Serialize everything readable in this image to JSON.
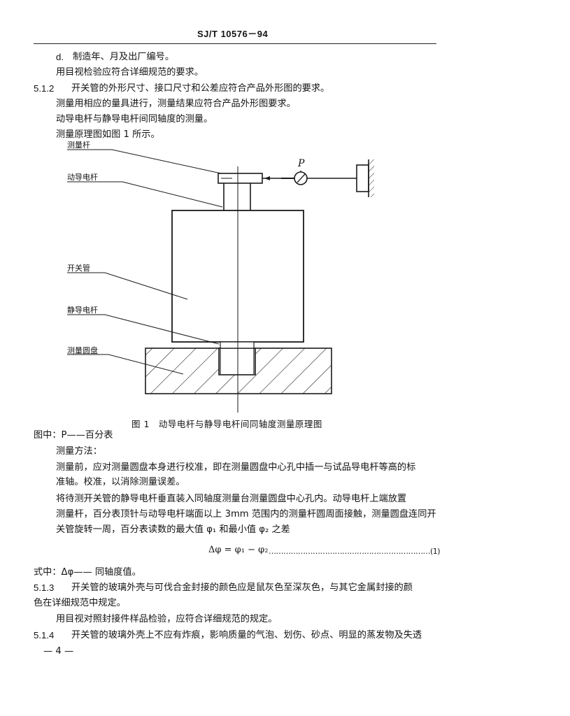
{
  "header": {
    "doc_id": "SJ/T 10576－94"
  },
  "items": {
    "d_label": "d.",
    "d_text": "制造年、月及出厂编号。",
    "d_method": "用目视检验应符合详细规范的要求。"
  },
  "s512": {
    "num": "5.1.2",
    "title": "开关管的外形尺寸、接口尺寸和公差应符合产品外形图的要求。",
    "line1": "测量用相应的量具进行，测量结果应符合产品外形图要求。",
    "line2": "动导电杆与静导电杆间同轴度的测量。",
    "line3": "测量原理图如图 1 所示。"
  },
  "figure": {
    "labels": {
      "measuring_rod": "测量杆",
      "moving_rod": "动导电杆",
      "switch_tube": "开关管",
      "static_rod": "静导电杆",
      "disc": "测量圆盘",
      "gauge": "P"
    },
    "caption": "图 1　动导电杆与静导电杆间同轴度测量原理图"
  },
  "notes": {
    "legend": "图中：P——百分表",
    "method_title": "测量方法：",
    "p1a": "测量前，应对测量圆盘本身进行校准，即在测量圆盘中心孔中插一与试品导电杆等高的标",
    "p1b": "准轴。校准，以消除测量误差。",
    "p2a": "将待测开关管的静导电杆垂直装入同轴度测量台测量圆盘中心孔内。动导电杆上端放置",
    "p2b": "测量杆，百分表顶针与动导电杆端面以上 3mm 范围内的测量杆圆周面接触，测量圆盘连同开",
    "p2c": "关管旋转一周，百分表读数的最大值 φ₁ 和最小值 φ₂ 之差",
    "formula": "Δφ = φ₁ − φ₂",
    "formula_dots": "…………………………………………………………(1)",
    "where": "式中：Δφ—— 同轴度值。"
  },
  "s513": {
    "num": "5.1.3",
    "text_a": "开关管的玻璃外壳与可伐合金封接的颜色应是鼠灰色至深灰色，与其它金属封接的颜",
    "text_b": "色在详细规范中规定。",
    "method": "用目视对照封接件样品检验，应符合详细规范的规定。"
  },
  "s514": {
    "num": "5.1.4",
    "text_a": "开关管的玻璃外壳上不应有炸痕，影响质量的气泡、划伤、砂点、明显的蒸发物及失透"
  },
  "footer": {
    "page": "— 4 —"
  }
}
